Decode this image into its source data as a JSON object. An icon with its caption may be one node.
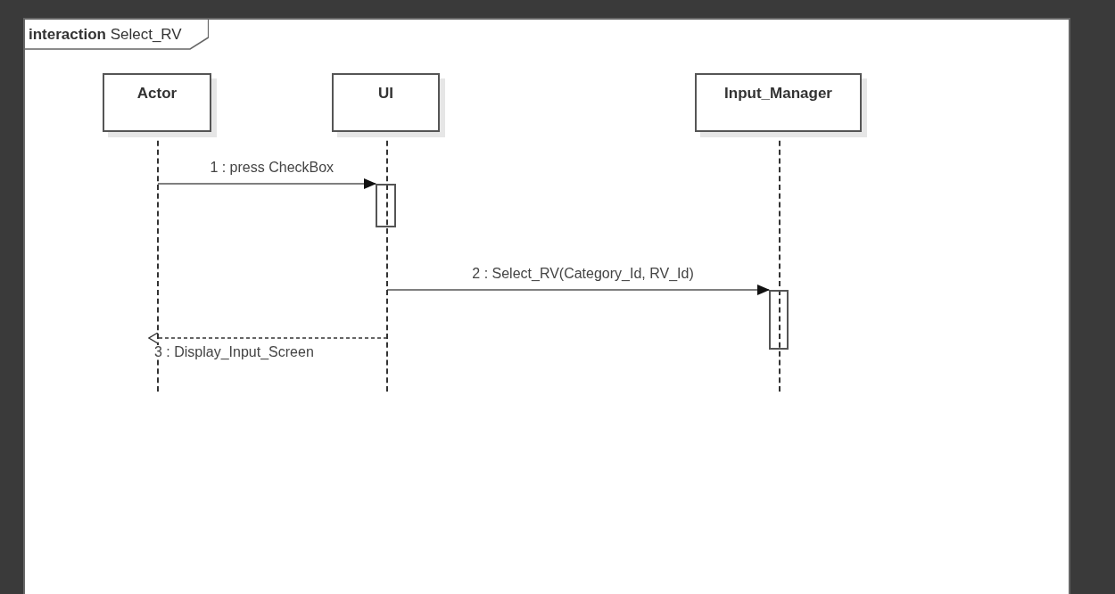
{
  "diagram": {
    "nodes": [
      {
        "text": [
          "**interaction** Select_RV"
        ]
      },
      {
        "text": [
          "Actor"
        ],
        "in": 0
      },
      {
        "text": [
          "UI"
        ],
        "in": 0
      },
      {
        "text": [
          "Input_Manager"
        ],
        "in": 0
      },
      {
        "text": [],
        "shape": "line",
        "in": 0
      },
      {
        "text": [],
        "shape": "line",
        "in": 0
      },
      {
        "text": [],
        "shape": "line",
        "in": 0
      },
      {
        "text": [],
        "shape": "bar",
        "in": 0
      },
      {
        "text": [],
        "shape": "bar",
        "in": 0
      }
    ],
    "edges": [
      {
        "from": 4,
        "to": 7,
        "arrow": "to",
        "label": "1 : press CheckBox"
      },
      {
        "from": 5,
        "to": 8,
        "arrow": "to",
        "label": "2 : Select_RV(Category_Id, RV_Id)"
      },
      {
        "from": 5,
        "to": 4,
        "arrow": "to",
        "label": "3 : Display_Input_Screen",
        "style": "dashed"
      }
    ]
  }
}
